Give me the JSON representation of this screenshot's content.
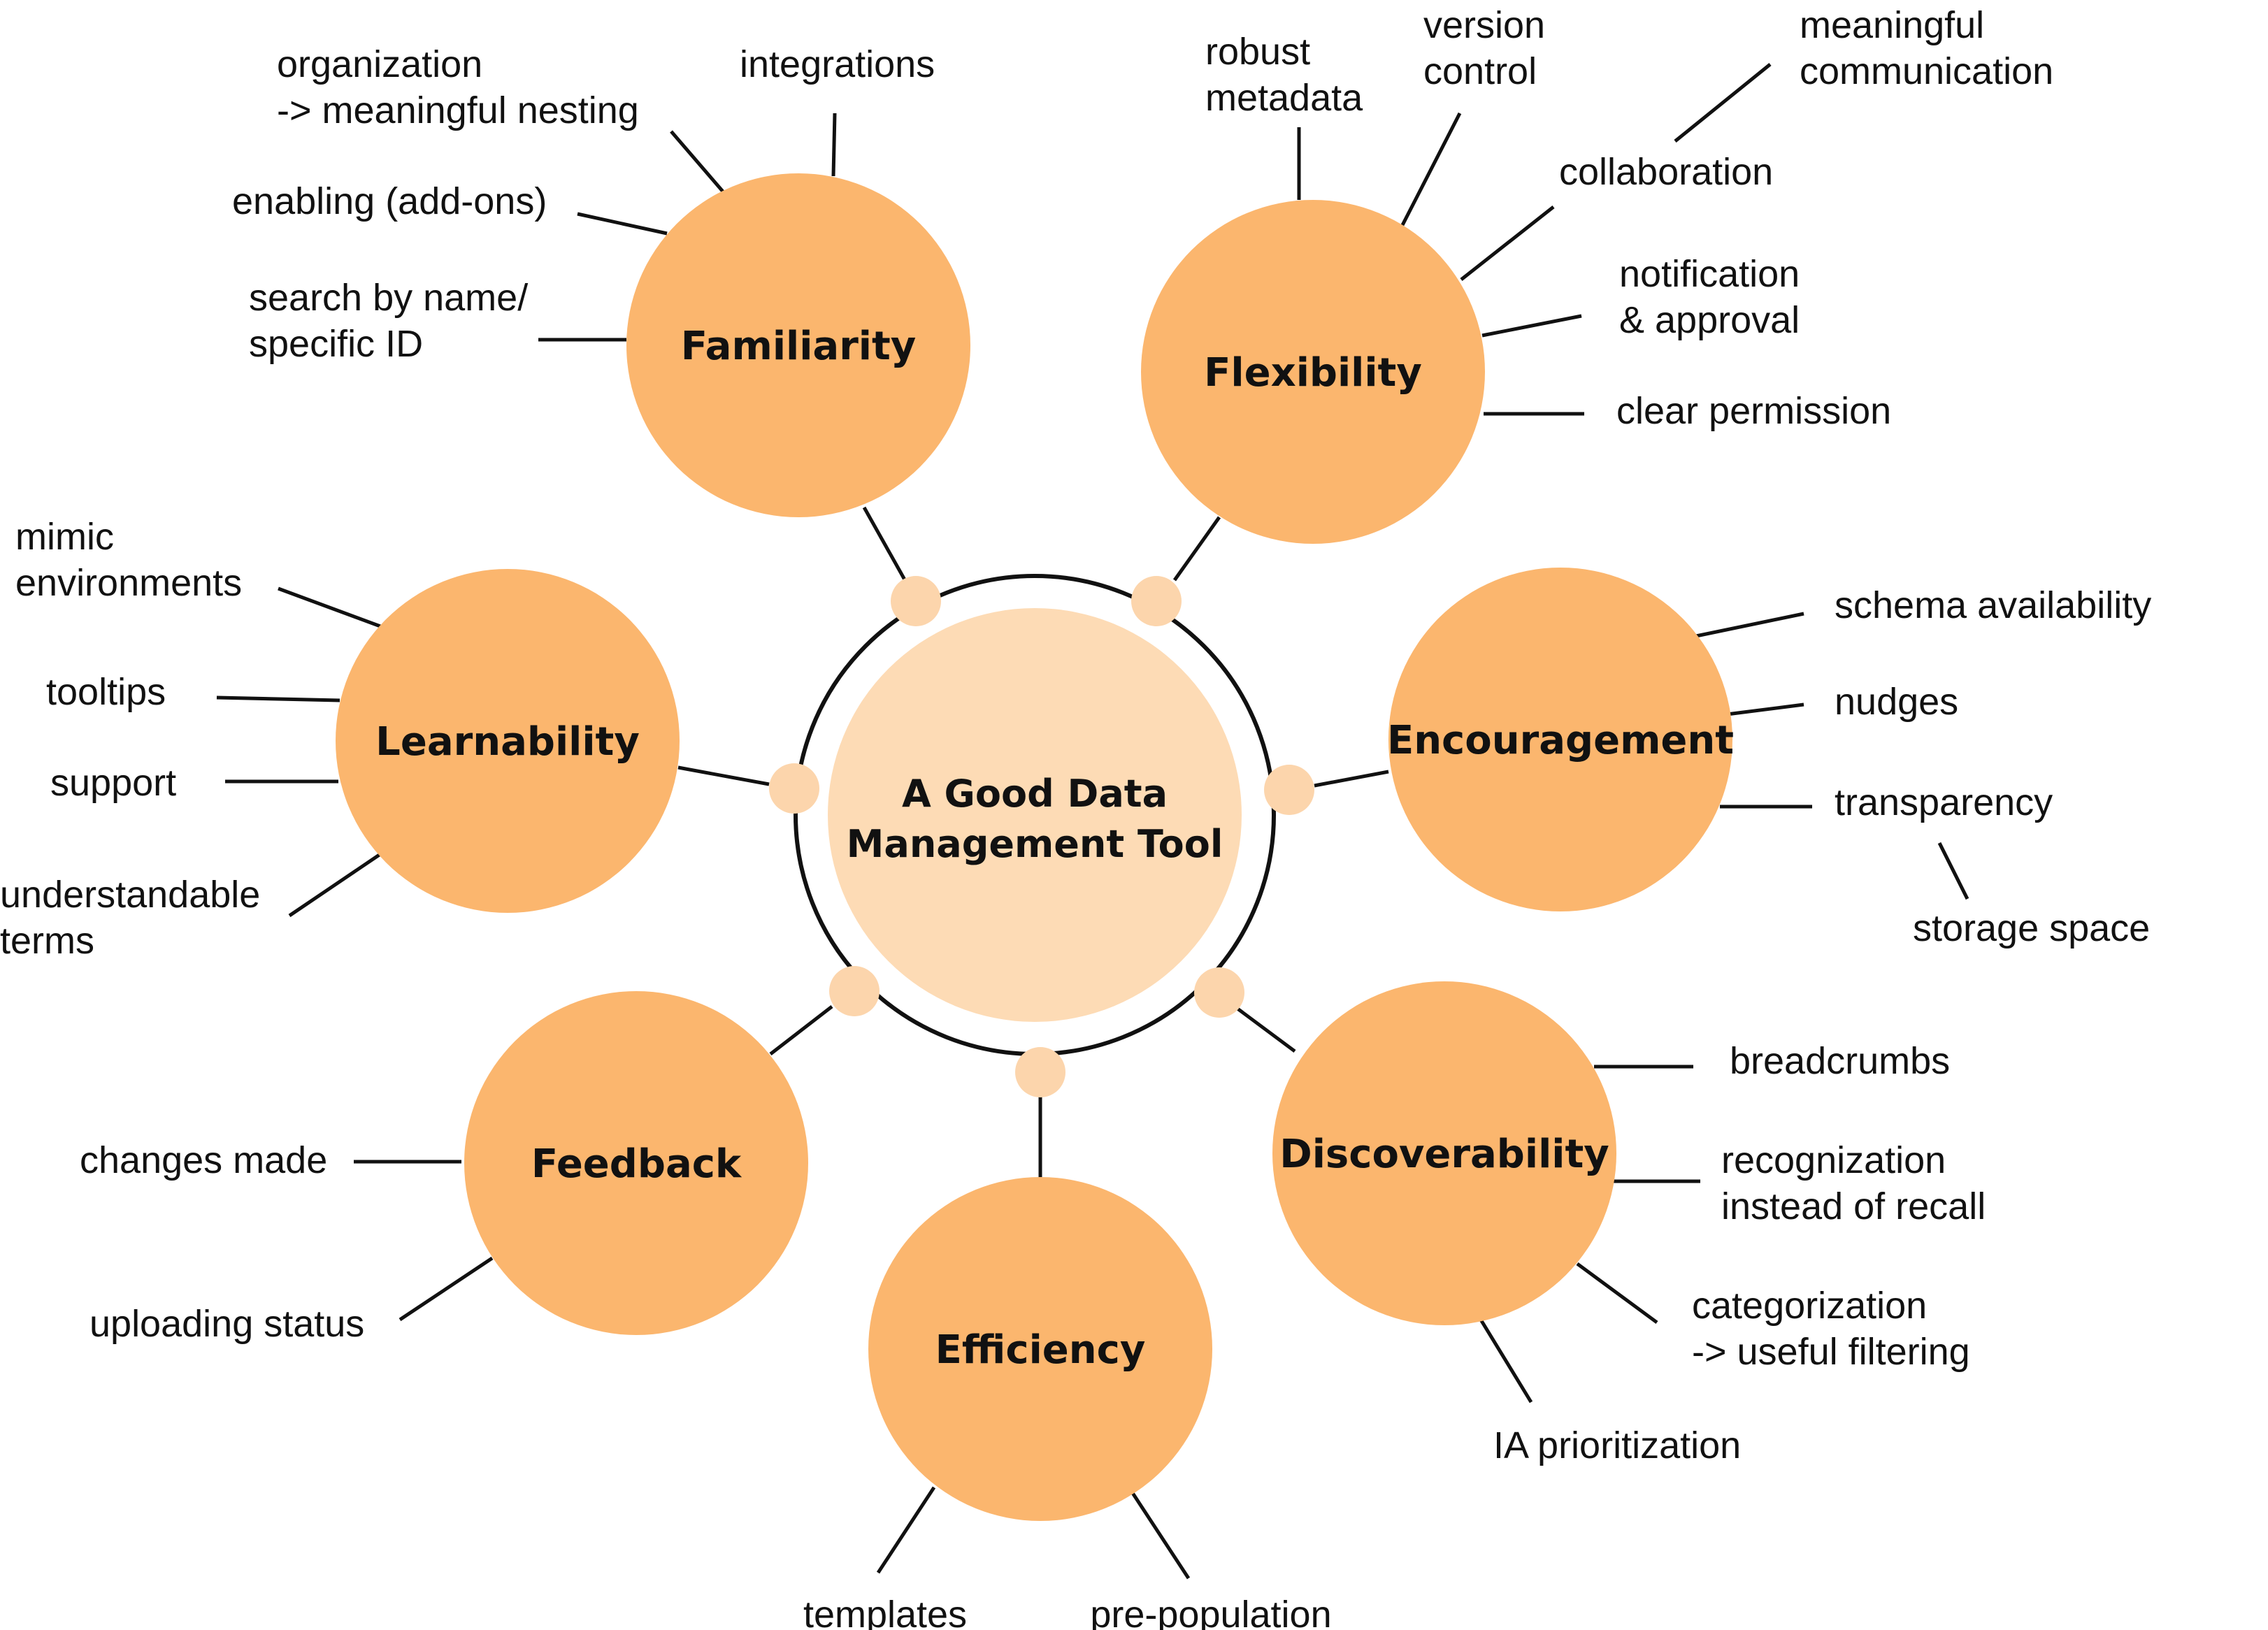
{
  "center": {
    "lines": [
      "A Good Data",
      "Management Tool"
    ],
    "fill": "#FDDBB5",
    "ring": "#111111"
  },
  "colors": {
    "node_fill": "#FBB66E",
    "joint_fill": "#FCD5AC",
    "line": "#111111"
  },
  "nodes": [
    {
      "id": "familiarity",
      "label": "Familiarity",
      "leaves": [
        {
          "id": "organization",
          "lines": [
            "organization",
            "-> meaningful nesting"
          ]
        },
        {
          "id": "integrations",
          "lines": [
            "integrations"
          ]
        },
        {
          "id": "enabling",
          "lines": [
            "enabling (add-ons)"
          ]
        },
        {
          "id": "search",
          "lines": [
            "search by name/",
            "specific ID"
          ]
        }
      ]
    },
    {
      "id": "flexibility",
      "label": "Flexibility",
      "leaves": [
        {
          "id": "robust-metadata",
          "lines": [
            "robust",
            "metadata"
          ]
        },
        {
          "id": "version-control",
          "lines": [
            "version",
            "control"
          ]
        },
        {
          "id": "collaboration",
          "lines": [
            "collaboration"
          ]
        },
        {
          "id": "meaningful-communication",
          "lines": [
            "meaningful",
            "communication"
          ]
        },
        {
          "id": "notification",
          "lines": [
            "notification",
            "& approval"
          ]
        },
        {
          "id": "clear-permission",
          "lines": [
            "clear permission"
          ]
        }
      ]
    },
    {
      "id": "encouragement",
      "label": "Encouragement",
      "leaves": [
        {
          "id": "schema",
          "lines": [
            "schema availability"
          ]
        },
        {
          "id": "nudges",
          "lines": [
            "nudges"
          ]
        },
        {
          "id": "transparency",
          "lines": [
            "transparency"
          ]
        },
        {
          "id": "storage",
          "lines": [
            "storage space"
          ]
        }
      ]
    },
    {
      "id": "discoverability",
      "label": "Discoverability",
      "leaves": [
        {
          "id": "breadcrumbs",
          "lines": [
            "breadcrumbs"
          ]
        },
        {
          "id": "recognization",
          "lines": [
            "recognization",
            "instead of recall"
          ]
        },
        {
          "id": "categorization",
          "lines": [
            "categorization",
            "-> useful filtering"
          ]
        },
        {
          "id": "ia",
          "lines": [
            "IA prioritization"
          ]
        }
      ]
    },
    {
      "id": "efficiency",
      "label": "Efficiency",
      "leaves": [
        {
          "id": "templates",
          "lines": [
            "templates"
          ]
        },
        {
          "id": "pre-population",
          "lines": [
            "pre-population"
          ]
        }
      ]
    },
    {
      "id": "feedback",
      "label": "Feedback",
      "leaves": [
        {
          "id": "changes-made",
          "lines": [
            "changes made"
          ]
        },
        {
          "id": "uploading-status",
          "lines": [
            "uploading status"
          ]
        }
      ]
    },
    {
      "id": "learnability",
      "label": "Learnability",
      "leaves": [
        {
          "id": "mimic",
          "lines": [
            "mimic",
            "environments"
          ]
        },
        {
          "id": "tooltips",
          "lines": [
            "tooltips"
          ]
        },
        {
          "id": "support",
          "lines": [
            "support"
          ]
        },
        {
          "id": "terms",
          "lines": [
            "understandable",
            "terms"
          ]
        }
      ]
    }
  ]
}
